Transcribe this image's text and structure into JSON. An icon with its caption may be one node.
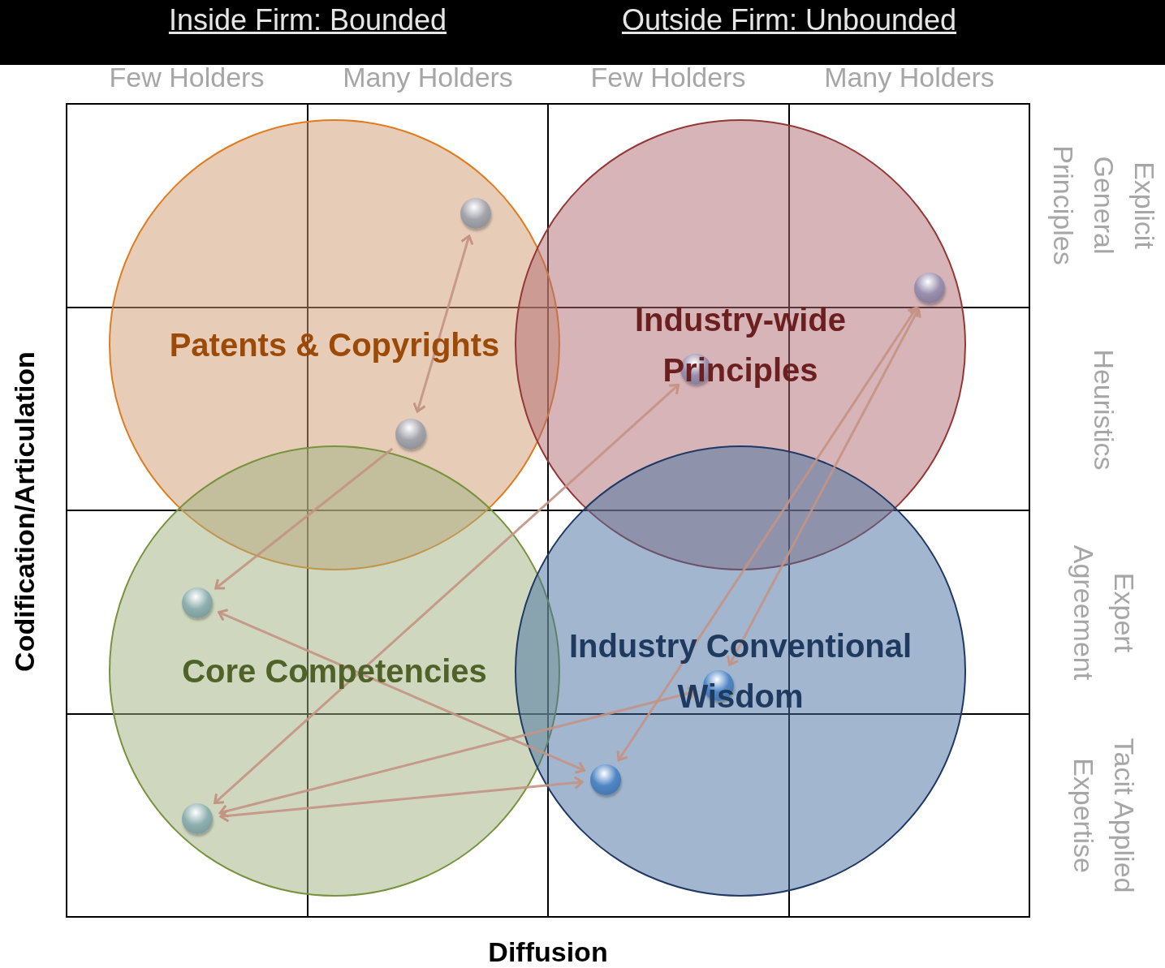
{
  "diagram": {
    "nodes": [
      {
        "text": [
          "Patents & Copyrights"
        ]
      },
      {
        "text": [
          "Industry-wide Principles"
        ]
      },
      {
        "text": [
          "Core Competencies"
        ]
      },
      {
        "text": [
          "Industry Conventional Wisdom"
        ]
      },
      {
        "text": [],
        "shape": "circle",
        "in": 0
      },
      {
        "text": [],
        "shape": "circle",
        "in": 0
      },
      {
        "text": [],
        "shape": "circle",
        "in": 1
      },
      {
        "text": [],
        "shape": "circle",
        "in": 1
      },
      {
        "text": [],
        "shape": "circle",
        "in": 2
      },
      {
        "text": [],
        "shape": "circle",
        "in": 2
      },
      {
        "text": [],
        "shape": "circle",
        "in": 3
      },
      {
        "text": [],
        "shape": "circle",
        "in": 3
      }
    ],
    "edges": [
      {
        "from": 4,
        "to": 5,
        "arrow": "both"
      },
      {
        "from": 5,
        "to": 8,
        "arrow": "to"
      },
      {
        "from": 9,
        "to": 6,
        "arrow": "both"
      },
      {
        "from": 8,
        "to": 11,
        "arrow": "both"
      },
      {
        "from": 10,
        "to": 9,
        "arrow": "both"
      },
      {
        "from": 9,
        "to": 11,
        "arrow": "both"
      },
      {
        "from": 11,
        "to": 7,
        "arrow": "both"
      },
      {
        "from": 7,
        "to": 10,
        "arrow": "both"
      }
    ],
    "labels": [
      "Inside Firm: Bounded",
      "Outside Firm: Unbounded",
      "Few Holders",
      "Many Holders",
      "Few Holders",
      "Many Holders",
      "Codification/Articulation",
      "Explicit General Principles",
      "Heuristics",
      "Expert Agreement",
      "Tacit Applied Expertise",
      "Diffusion"
    ]
  }
}
